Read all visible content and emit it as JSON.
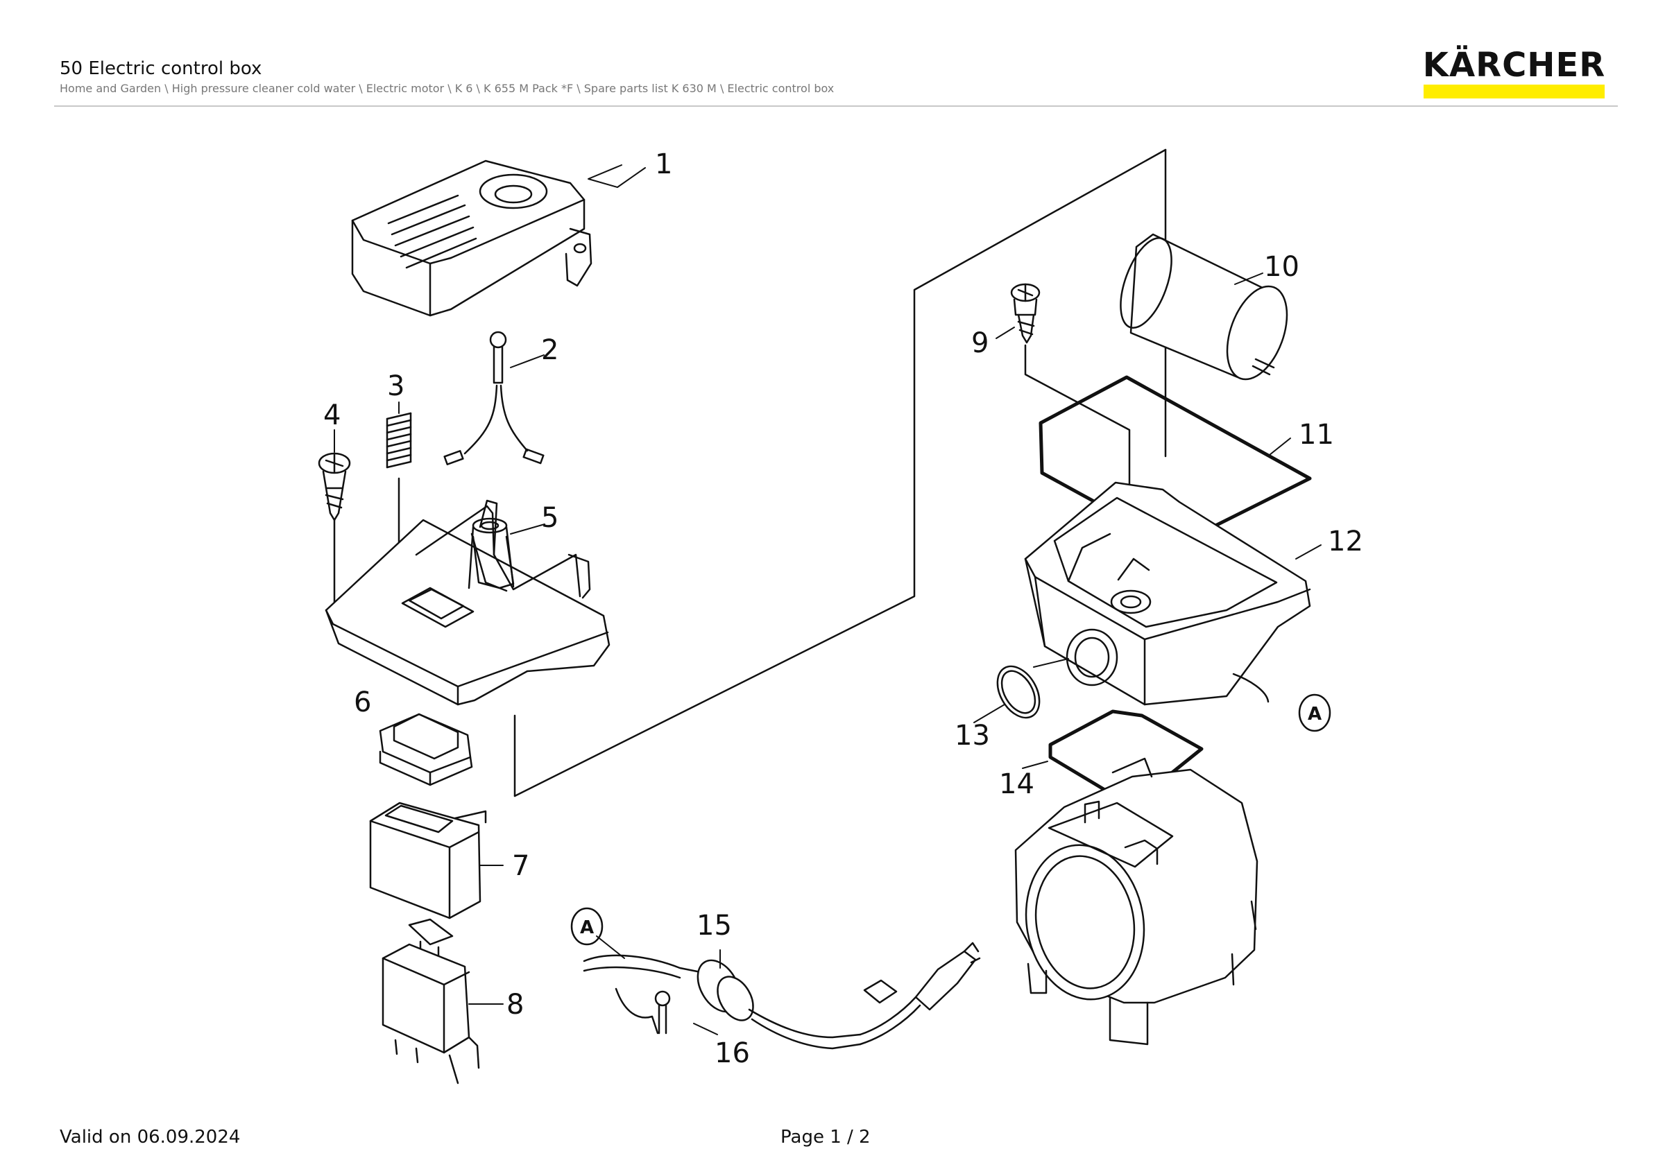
{
  "header": {
    "title": "50 Electric control box",
    "breadcrumb": "Home and Garden \\ High pressure cleaner cold water \\ Electric motor \\ K 6 \\ K 655 M Pack *F \\ Spare parts list K 630 M \\ Electric control box",
    "logo": "KÄRCHER",
    "logo_accent": "#ffed00"
  },
  "diagram": {
    "callouts": [
      "1",
      "2",
      "3",
      "4",
      "5",
      "6",
      "7",
      "8",
      "9",
      "10",
      "11",
      "12",
      "13",
      "14",
      "15",
      "16"
    ],
    "reference_label": "A"
  },
  "footer": {
    "valid": "Valid on 06.09.2024",
    "page": "Page 1 / 2"
  }
}
